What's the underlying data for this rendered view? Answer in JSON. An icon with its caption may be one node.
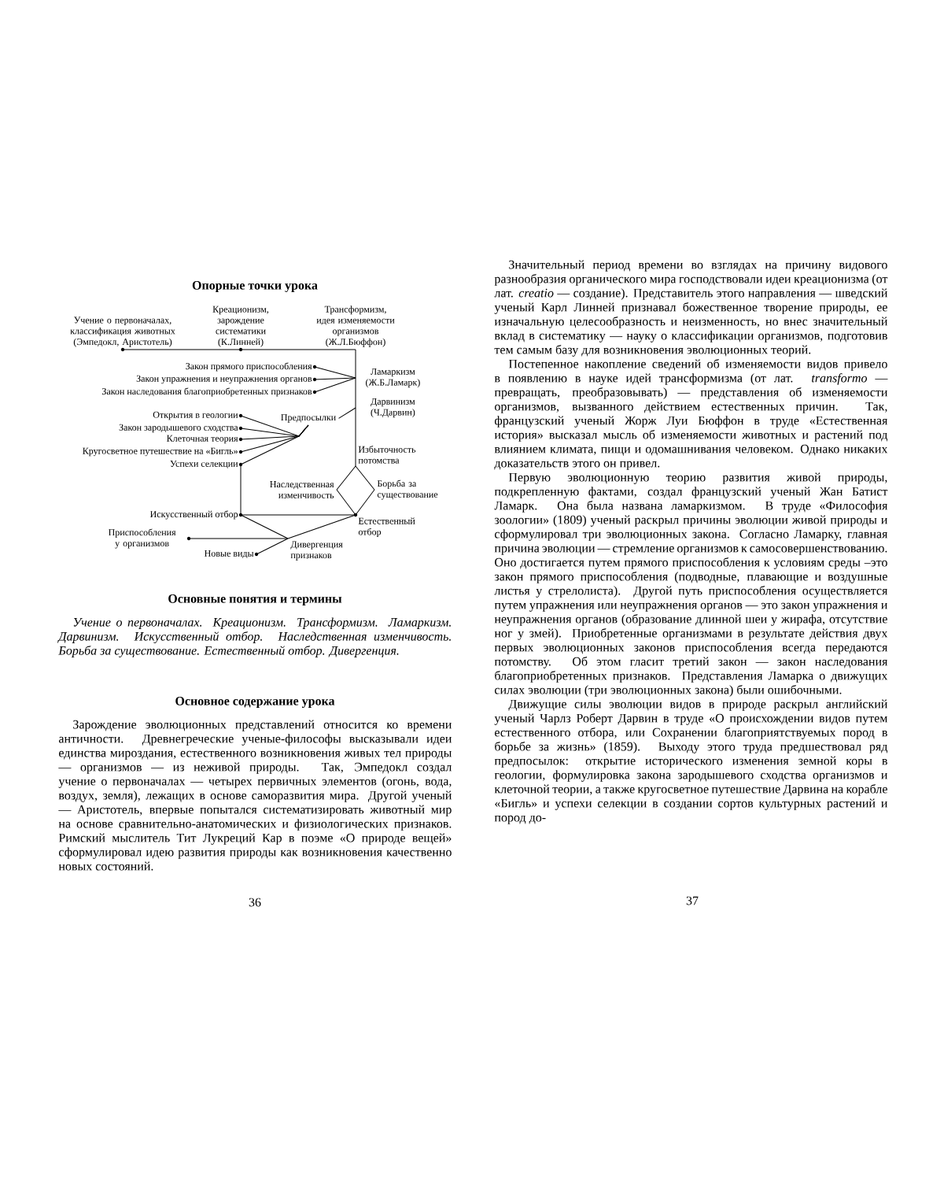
{
  "diagram": {
    "title": "Опорные точки урока",
    "nodes": [
      {
        "text": [
          "Учение о первоначалах, классификация животных (Эмпедокл, Аристотель)"
        ]
      },
      {
        "text": [
          "Креационизм, зарождение систематики (К.Линней)"
        ]
      },
      {
        "text": [
          "Трансформизм, идея изменяемости организмов (Ж.Л.Бюффон)"
        ]
      },
      {
        "text": [
          "Ламаркизм (Ж.Б.Ламарк)"
        ]
      },
      {
        "text": [
          "Закон прямого приспособления"
        ]
      },
      {
        "text": [
          "Закон упражнения и неупражнения органов"
        ]
      },
      {
        "text": [
          "Закон наследования благоприобретенных признаков"
        ]
      },
      {
        "text": [
          "Дарвинизм (Ч.Дарвин)"
        ]
      },
      {
        "text": [
          "Предпосылки"
        ]
      },
      {
        "text": [
          "Открытия в геологии"
        ]
      },
      {
        "text": [
          "Закон зародышевого сходства"
        ]
      },
      {
        "text": [
          "Клеточная теория"
        ]
      },
      {
        "text": [
          "Кругосветное путешествие на «Бигль»"
        ]
      },
      {
        "text": [
          "Успехи селекции"
        ]
      },
      {
        "text": [
          "Избыточность потомства"
        ]
      },
      {
        "text": [
          "Наследственная изменчивость"
        ]
      },
      {
        "text": [
          "Борьба за существование"
        ]
      },
      {
        "text": [
          "Искусственный отбор"
        ]
      },
      {
        "text": [
          "Естественный отбор"
        ]
      },
      {
        "text": [
          "Приспособления у организмов"
        ]
      },
      {
        "text": [
          "Дивергенция признаков"
        ]
      },
      {
        "text": [
          "Новые виды"
        ]
      }
    ],
    "edges": [
      {
        "from": 0,
        "to": 1,
        "arrow": "none"
      },
      {
        "from": 1,
        "to": 2,
        "arrow": "none"
      },
      {
        "from": 2,
        "to": 3,
        "arrow": "none"
      },
      {
        "from": 3,
        "to": 4,
        "arrow": "none"
      },
      {
        "from": 3,
        "to": 5,
        "arrow": "none"
      },
      {
        "from": 3,
        "to": 6,
        "arrow": "none"
      },
      {
        "from": 3,
        "to": 7,
        "arrow": "none"
      },
      {
        "from": 7,
        "to": 8,
        "arrow": "none"
      },
      {
        "from": 8,
        "to": 9,
        "arrow": "none"
      },
      {
        "from": 8,
        "to": 10,
        "arrow": "none"
      },
      {
        "from": 8,
        "to": 11,
        "arrow": "none"
      },
      {
        "from": 8,
        "to": 12,
        "arrow": "none"
      },
      {
        "from": 8,
        "to": 13,
        "arrow": "none"
      },
      {
        "from": 13,
        "to": 17,
        "arrow": "none"
      },
      {
        "from": 7,
        "to": 14,
        "arrow": "none"
      },
      {
        "from": 14,
        "to": 15,
        "arrow": "none"
      },
      {
        "from": 14,
        "to": 16,
        "arrow": "none"
      },
      {
        "from": 15,
        "to": 18,
        "arrow": "none"
      },
      {
        "from": 16,
        "to": 18,
        "arrow": "none"
      },
      {
        "from": 17,
        "to": 18,
        "arrow": "none"
      },
      {
        "from": 17,
        "to": 20,
        "arrow": "none"
      },
      {
        "from": 18,
        "to": 20,
        "arrow": "none"
      },
      {
        "from": 20,
        "to": 19,
        "arrow": "none"
      },
      {
        "from": 20,
        "to": 21,
        "arrow": "none"
      }
    ],
    "labels": [
      "Основные понятия и термины",
      "Учение о первоначалах. Креационизм. Трансформизм. Ламаркизм. Дарвинизм. Искусственный отбор. Наследственная изменчивость. Борьба за существование. Естественный отбор. Дивергенция.",
      "Основное содержание урока",
      "Зарождение эволюционных представлений относится ко времени античности. Древнегреческие ученые-философы высказывали идеи единства мироздания, естественного возникновения живых тел природы — организмов — из неживой природы. Так, Эмпедокл создал учение о первоначалах — четырех первичных элементов (огонь, вода, воздух, земля), лежащих в основе саморазвития мира. Другой ученый — Аристотель, впервые попытался систематизировать животный мир на основе сравнительно-анатомических и физиологических признаков. Римский мыслитель Тит Лукреций Кар в поэме «О природе вещей» сформулировал идею развития природы как возникновения качественно новых состояний.",
      "36",
      "Значительный период времени во взглядах на причину видового разнообразия органического мира господствовали идеи креационизма (от лат. *creatio* — создание). Представитель этого направления — шведский ученый Карл Линней признавал божественное творение природы, ее изначальную целесообразность и неизменность, но внес значительный вклад в систематику — науку о классификации организмов, подготовив тем самым базу для возникновения эволюционных теорий.",
      "Постепенное накопление сведений об изменяемости видов привело в появлению в науке идей трансформизма (от лат. *transformo* — превращать, преобразовывать) — представления об изменяемости организмов, вызванного действием естественных причин. Так, французский ученый Жорж Луи Бюффон в труде «Естественная история» высказал мысль об изменяемости животных и растений под влиянием климата, пищи и одомашнивания человеком. Однако никаких доказательств этого он привел.",
      "Первую эволюционную теорию развития живой природы, подкрепленную фактами, создал французский ученый Жан Батист Ламарк. Она была названа ламаркизмом. В труде «Философия зоологии» (1809) ученый раскрыл причины эволюции живой природы и сформулировал три эволюционных закона. Согласно Ламарку, главная причина эволюции — стремление организмов к самосовершенствованию. Оно достигается путем прямого приспособления к условиям среды –это закон прямого приспособления (подводные, плавающие и воздушные листья у стрелолиста). Другой путь приспособления осуществляется путем упражнения или неупражнения органов — это закон упражнения и неупражнения органов (образование длинной шеи у жирафа, отсутствие ног у змей). Приобретенные организмами в результате действия двух первых эволюционных законов приспособления всегда передаются потомству. Об этом гласит третий закон — закон наследования благоприобретенных признаков. Представления Ламарка о движущих силах эволюции (три эволюционных закона) были ошибочными.",
      "Движущие силы эволюции видов в природе раскрыл английский ученый Чарлз Роберт Дарвин в труде «О происхождении видов путем естественного отбора, или Сохранении благоприятствуемых пород в борьбе за жизнь» (1859). Выходу этого труда предшествовал ряд предпосылок: открытие исторического изменения земной коры в геологии, формулировка закона зародышевого сходства организмов и клеточной теории, а также кругосветное путешествие Дарвина на корабле «Бигль» и успехи селекции в создании сортов культурных растений и пород до-",
      "37"
    ]
  }
}
